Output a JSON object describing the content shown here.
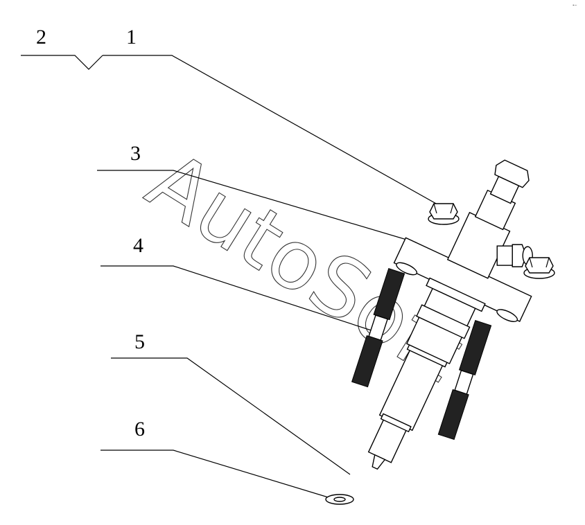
{
  "callouts": [
    {
      "id": "1",
      "label": "1"
    },
    {
      "id": "2",
      "label": "2"
    },
    {
      "id": "3",
      "label": "3"
    },
    {
      "id": "4",
      "label": "4"
    },
    {
      "id": "5",
      "label": "5"
    },
    {
      "id": "6",
      "label": "6"
    }
  ],
  "watermark": "AutoSoft",
  "corner_mark": "•—"
}
